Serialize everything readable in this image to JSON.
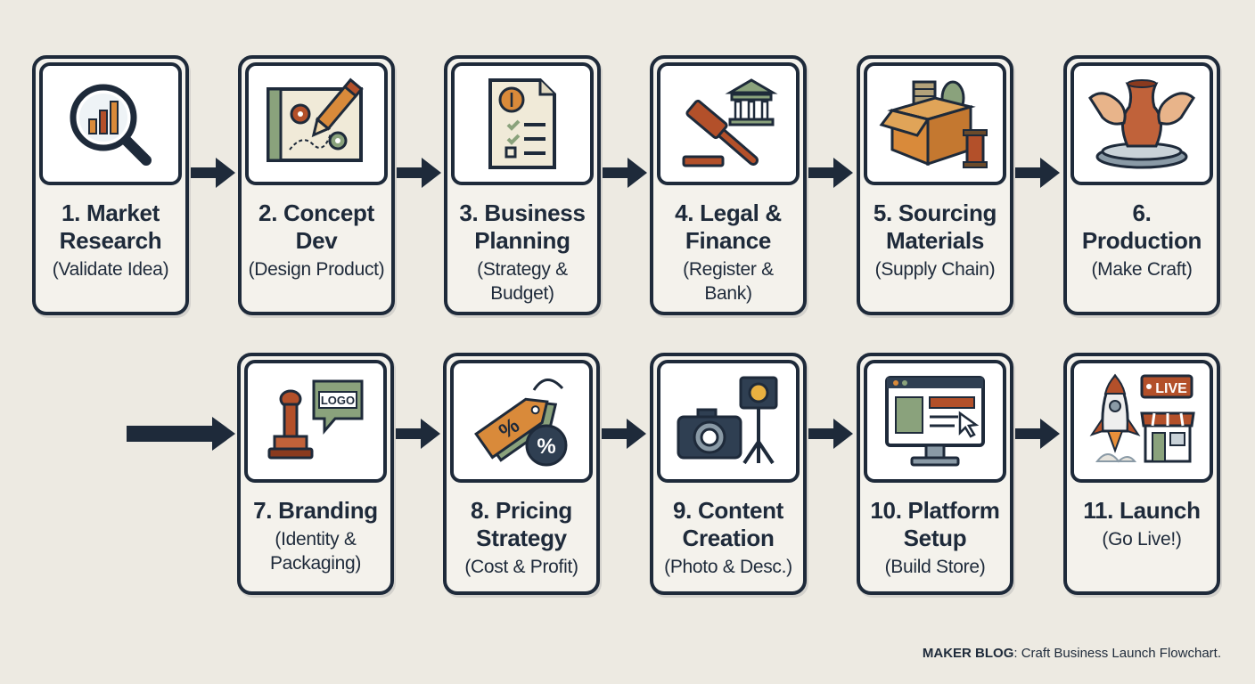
{
  "caption": {
    "label": "MAKER BLOG",
    "text": ": Craft Business Launch Flowchart."
  },
  "steps": [
    {
      "title": "1. Market Research",
      "subtitle": "(Validate Idea)",
      "icon": "magnifier-chart-icon"
    },
    {
      "title": "2. Concept Dev",
      "subtitle": "(Design Product)",
      "icon": "blueprint-pencil-icon"
    },
    {
      "title": "3. Business Planning",
      "subtitle": "(Strategy & Budget)",
      "icon": "budget-document-icon"
    },
    {
      "title": "4. Legal & Finance",
      "subtitle": "(Register & Bank)",
      "icon": "gavel-bank-icon"
    },
    {
      "title": "5. Sourcing Materials",
      "subtitle": "(Supply Chain)",
      "icon": "materials-box-icon"
    },
    {
      "title": "6. Production",
      "subtitle": "(Make Craft)",
      "icon": "pottery-wheel-icon"
    },
    {
      "title": "7. Branding",
      "subtitle": "(Identity & Packaging)",
      "icon": "logo-stamp-icon"
    },
    {
      "title": "8. Pricing Strategy",
      "subtitle": "(Cost & Profit)",
      "icon": "price-tag-icon"
    },
    {
      "title": "9. Content Creation",
      "subtitle": "(Photo & Desc.)",
      "icon": "camera-light-icon"
    },
    {
      "title": "10. Platform Setup",
      "subtitle": "(Build Store)",
      "icon": "web-store-icon"
    },
    {
      "title": "11. Launch",
      "subtitle": "(Go Live!)",
      "icon": "rocket-shop-icon",
      "badge": "LIVE"
    }
  ],
  "colors": {
    "navy": "#1e2a3a",
    "orange": "#d98a3a",
    "rust": "#b3502a",
    "sage": "#8aa27c",
    "tan": "#c9a36a",
    "panel": "#ffffff",
    "card": "#f4f2ec",
    "background": "#edeae2"
  }
}
